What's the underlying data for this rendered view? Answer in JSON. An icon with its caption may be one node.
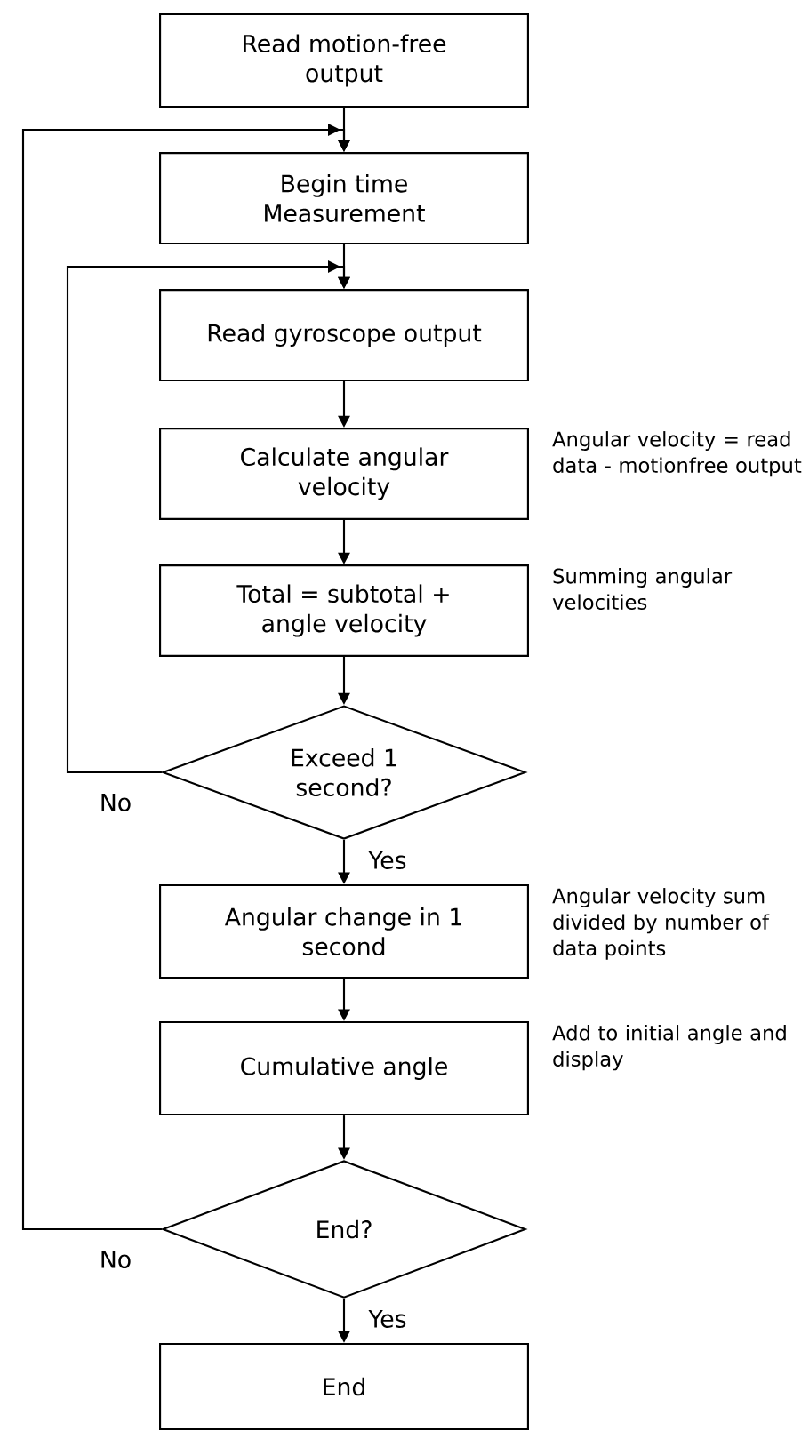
{
  "diagram": {
    "nodes": [
      {
        "text": [
          "Read motion-free output"
        ]
      },
      {
        "text": [
          "Begin time Measurement"
        ]
      },
      {
        "text": [
          "Read gyroscope output"
        ]
      },
      {
        "text": [
          "Calculate angular velocity"
        ],
        "beside": [
          "Angular velocity = read data - motionfree output"
        ]
      },
      {
        "text": [
          "Total = subtotal + angle velocity"
        ],
        "beside": [
          "Summing angular velocities"
        ]
      },
      {
        "text": [
          "Exceed 1 second?"
        ]
      },
      {
        "text": [
          "Angular change in 1 second"
        ],
        "beside": [
          "Angular velocity sum divided by number of data points"
        ]
      },
      {
        "text": [
          "Cumulative angle"
        ],
        "beside": [
          "Add to initial angle and display"
        ]
      },
      {
        "text": [
          "End?"
        ]
      },
      {
        "text": [
          "End"
        ]
      }
    ],
    "edges": [
      {
        "from": 0,
        "to": 1,
        "arrow": "to"
      },
      {
        "from": 1,
        "to": 2,
        "arrow": "to"
      },
      {
        "from": 2,
        "to": 3,
        "arrow": "to"
      },
      {
        "from": 3,
        "to": 4,
        "arrow": "to"
      },
      {
        "from": 4,
        "to": 5,
        "arrow": "to"
      },
      {
        "from": 5,
        "to": 2,
        "arrow": "to",
        "label": "No"
      },
      {
        "from": 5,
        "to": 6,
        "arrow": "to",
        "label": "Yes"
      },
      {
        "from": 6,
        "to": 7,
        "arrow": "to"
      },
      {
        "from": 7,
        "to": 8,
        "arrow": "to"
      },
      {
        "from": 8,
        "to": 1,
        "arrow": "to",
        "label": "No"
      },
      {
        "from": 8,
        "to": 9,
        "arrow": "to",
        "label": "Yes"
      }
    ]
  }
}
